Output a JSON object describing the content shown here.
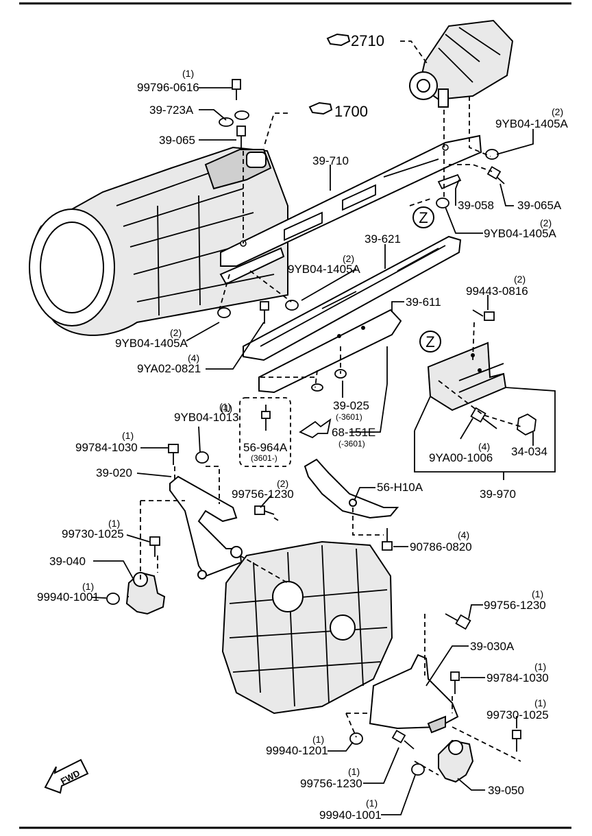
{
  "diagram": {
    "callouts": [
      {
        "id": "99796-0616",
        "label": "99796-0616",
        "qty": "(1)"
      },
      {
        "id": "39-723A",
        "label": "39-723A"
      },
      {
        "id": "39-065",
        "label": "39-065"
      },
      {
        "id": "39-710",
        "label": "39-710"
      },
      {
        "id": "9YB04-1405A-top",
        "label": "9YB04-1405A",
        "qty": "(2)"
      },
      {
        "id": "39-058",
        "label": "39-058"
      },
      {
        "id": "39-065A",
        "label": "39-065A"
      },
      {
        "id": "9YB04-1405A-right",
        "label": "9YB04-1405A",
        "qty": "(2)"
      },
      {
        "id": "39-621",
        "label": "39-621"
      },
      {
        "id": "9YB04-1405A-mid",
        "label": "9YB04-1405A",
        "qty": "(2)"
      },
      {
        "id": "39-611",
        "label": "39-611"
      },
      {
        "id": "99443-0816",
        "label": "99443-0816",
        "qty": "(2)"
      },
      {
        "id": "9YB04-1405A-left",
        "label": "9YB04-1405A",
        "qty": "(2)"
      },
      {
        "id": "9YA02-0821",
        "label": "9YA02-0821",
        "qty": "(4)"
      },
      {
        "id": "39-025",
        "label": "39-025",
        "sub": "(-3601)"
      },
      {
        "id": "68-151E",
        "label": "68-151E",
        "sub": "(-3601)"
      },
      {
        "id": "56-964A",
        "label": "56-964A",
        "qty": "(1)",
        "sub": "(3601-)"
      },
      {
        "id": "9YB04-1013",
        "label": "9YB04-1013",
        "qty": "(1)"
      },
      {
        "id": "99784-1030-left",
        "label": "99784-1030",
        "qty": "(1)"
      },
      {
        "id": "39-020",
        "label": "39-020"
      },
      {
        "id": "99756-1230-mid",
        "label": "99756-1230",
        "qty": "(2)"
      },
      {
        "id": "56-H10A",
        "label": "56-H10A"
      },
      {
        "id": "9YA00-1006",
        "label": "9YA00-1006",
        "qty": "(4)"
      },
      {
        "id": "34-034",
        "label": "34-034"
      },
      {
        "id": "39-970",
        "label": "39-970"
      },
      {
        "id": "99730-1025-left",
        "label": "99730-1025",
        "qty": "(1)"
      },
      {
        "id": "39-040",
        "label": "39-040"
      },
      {
        "id": "99940-1001-left",
        "label": "99940-1001",
        "qty": "(1)"
      },
      {
        "id": "90786-0820",
        "label": "90786-0820",
        "qty": "(4)"
      },
      {
        "id": "99756-1230-right",
        "label": "99756-1230",
        "qty": "(1)"
      },
      {
        "id": "39-030A",
        "label": "39-030A"
      },
      {
        "id": "99784-1030-right",
        "label": "99784-1030",
        "qty": "(1)"
      },
      {
        "id": "99730-1025-right",
        "label": "99730-1025",
        "qty": "(1)"
      },
      {
        "id": "99940-1201",
        "label": "99940-1201",
        "qty": "(1)"
      },
      {
        "id": "99756-1230-bottom",
        "label": "99756-1230",
        "qty": "(1)"
      },
      {
        "id": "39-050",
        "label": "39-050"
      },
      {
        "id": "99940-1001-bottom",
        "label": "99940-1001",
        "qty": "(1)"
      }
    ],
    "references": [
      {
        "id": "ref-2710",
        "label": "2710"
      },
      {
        "id": "ref-1700",
        "label": "1700"
      }
    ],
    "detail_markers": [
      "Z",
      "Z"
    ],
    "direction_label": "FWD"
  }
}
